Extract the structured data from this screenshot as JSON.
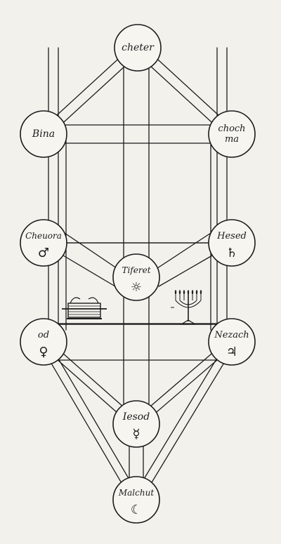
{
  "sefirot": [
    {
      "id": "cheter",
      "lines": [
        "cheter"
      ],
      "symbol": ""
    },
    {
      "id": "chochma",
      "lines": [
        "choch",
        "ma"
      ],
      "symbol": ""
    },
    {
      "id": "bina",
      "lines": [
        "Bina"
      ],
      "symbol": ""
    },
    {
      "id": "chesed",
      "lines": [
        "Hesed"
      ],
      "symbol": "♄",
      "symbol_name": "saturn-symbol"
    },
    {
      "id": "gevurah",
      "lines": [
        "Cheuora"
      ],
      "symbol": "♂",
      "symbol_name": "mars-symbol"
    },
    {
      "id": "tiferet",
      "lines": [
        "Tiferet"
      ],
      "symbol": "☼",
      "symbol_name": "sun-face-symbol"
    },
    {
      "id": "nezach",
      "lines": [
        "Nezach"
      ],
      "symbol": "♃",
      "symbol_name": "jupiter-symbol"
    },
    {
      "id": "hod",
      "lines": [
        "od"
      ],
      "symbol": "♀",
      "symbol_name": "venus-symbol"
    },
    {
      "id": "yesod",
      "lines": [
        "Iesod"
      ],
      "symbol": "☿",
      "symbol_name": "mercury-symbol"
    },
    {
      "id": "malchut",
      "lines": [
        "Malchut"
      ],
      "symbol": "☾",
      "symbol_name": "moon-symbol"
    }
  ],
  "illustrations": [
    {
      "id": "ark",
      "icon": "ark-of-covenant-icon"
    },
    {
      "id": "menorah",
      "icon": "menorah-icon"
    }
  ],
  "colors": {
    "ink": "#1b1b1b",
    "paper": "#f3f1ec",
    "node_fill": "#f7f5f0"
  }
}
